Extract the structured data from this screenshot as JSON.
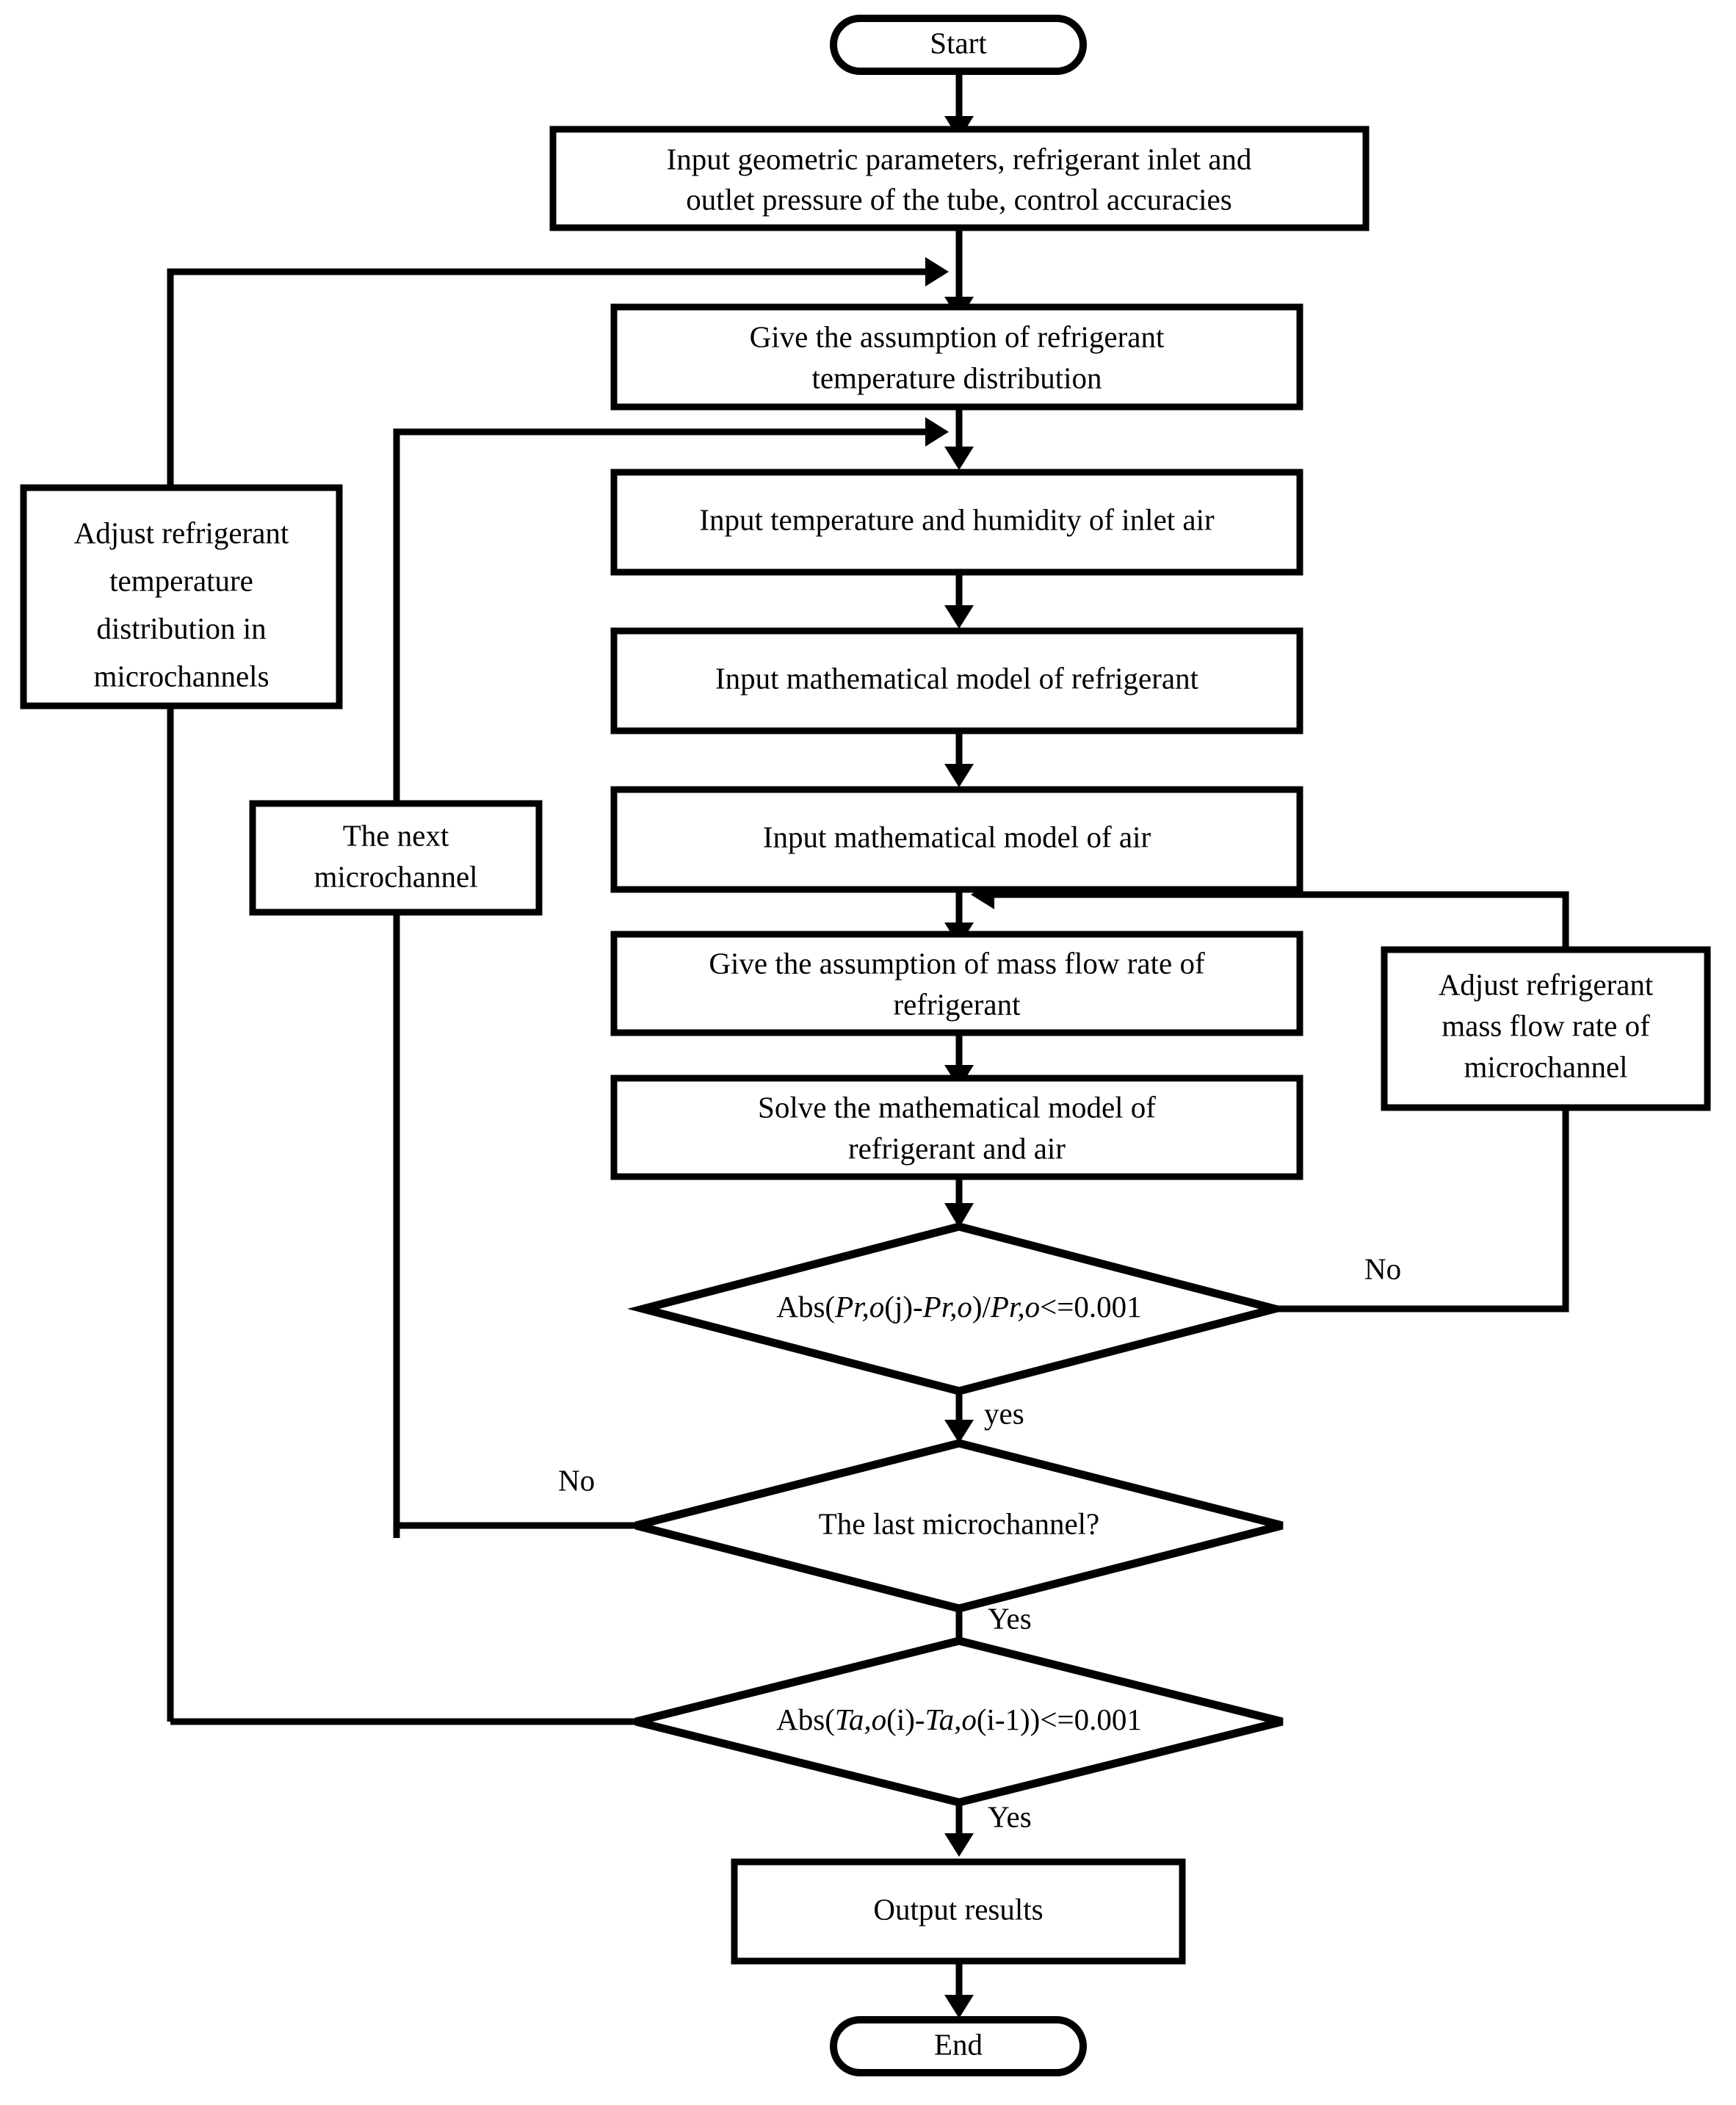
{
  "diagram": {
    "type": "flowchart",
    "title": "Microchannel heat exchanger simulation flowchart",
    "colors": {
      "background": "#ffffff",
      "stroke": "#000000",
      "fill": "#ffffff"
    }
  },
  "nodes": {
    "start": {
      "shape": "terminator",
      "label": "Start"
    },
    "input_params": {
      "shape": "process",
      "line1": "Input  geometric parameters, refrigerant inlet and",
      "line2": "outlet pressure of the tube, control accuracies"
    },
    "assume_temp": {
      "shape": "process",
      "line1": "Give the assumption of  refrigerant",
      "line2": "temperature distribution"
    },
    "input_air": {
      "shape": "process",
      "line1": "Input temperature and humidity of inlet air"
    },
    "model_refrigerant": {
      "shape": "process",
      "line1": "Input mathematical model of refrigerant"
    },
    "model_air": {
      "shape": "process",
      "line1": "Input mathematical model of air"
    },
    "assume_massflow": {
      "shape": "process",
      "line1": "Give the assumption of mass flow rate of",
      "line2": "refrigerant"
    },
    "solve_model": {
      "shape": "process",
      "line1": "Solve the mathematical model of",
      "line2": "refrigerant and air"
    },
    "adjust_temp": {
      "shape": "process",
      "line1": "Adjust refrigerant",
      "line2": "temperature",
      "line3": "distribution  in",
      "line4": "microchannels"
    },
    "next_microchannel": {
      "shape": "process",
      "line1": "The next",
      "line2": "microchannel"
    },
    "adjust_massflow": {
      "shape": "process",
      "line1": "Adjust refrigerant",
      "line2": "mass flow rate of",
      "line3": "microchannel"
    },
    "decision_pressure": {
      "shape": "decision",
      "label": "Abs(Pr,o(j)-Pr,o)/Pr,o<=0.001",
      "parts": [
        "Abs(",
        "Pr,o",
        "(j)-",
        "Pr,o",
        ")/",
        "Pr,o",
        "<=0.001"
      ]
    },
    "decision_last": {
      "shape": "decision",
      "label": "The last microchannel?"
    },
    "decision_airtemp": {
      "shape": "decision",
      "label": "Abs(Ta,o(i)-Ta,o(i-1))<=0.001",
      "parts": [
        "Abs(",
        "Ta,o",
        "(i)-",
        "Ta,o",
        "(i-1))<=0.001"
      ]
    },
    "output_results": {
      "shape": "process",
      "line1": "Output results"
    },
    "end": {
      "shape": "terminator",
      "label": "End"
    }
  },
  "edge_labels": {
    "pressure_no": "No",
    "pressure_yes": "yes",
    "last_no": "No",
    "last_yes": "Yes",
    "airtemp_yes": "Yes"
  }
}
